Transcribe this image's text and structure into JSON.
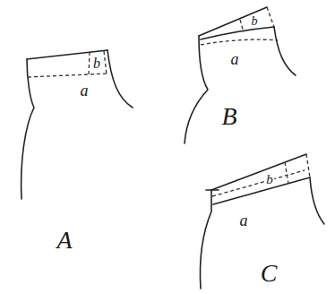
{
  "diagram": {
    "labels": [
      "b",
      "a",
      "A",
      "b",
      "a",
      "B",
      "b",
      "a",
      "C"
    ]
  }
}
